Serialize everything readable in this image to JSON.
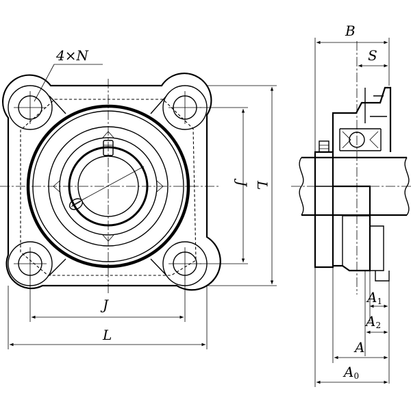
{
  "labels": {
    "bolt_holes": "4×N",
    "bolt_spacing_bottom": "J",
    "flange_width_bottom": "L",
    "bolt_spacing_side": "J",
    "flange_width_side": "L",
    "overall_width": "B",
    "set_screw_offset": "S",
    "a1_main": "A",
    "a1_sub": "1",
    "a2_main": "A",
    "a2_sub": "2",
    "a": "A",
    "a0_main": "A",
    "a0_sub": "0"
  }
}
